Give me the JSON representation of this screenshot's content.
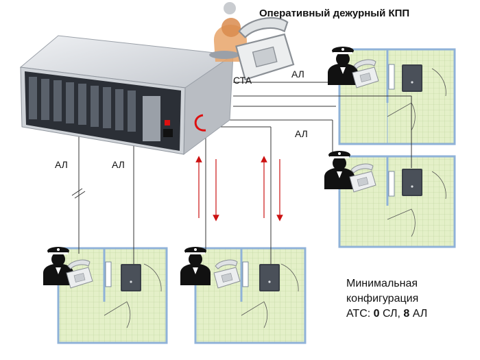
{
  "title": "Оперативный дежурный КПП",
  "labels": {
    "sta": "СТА",
    "al": "АЛ"
  },
  "note": {
    "line1": "Минимальная",
    "line2": "конфигурация",
    "line3_prefix": "АТС: ",
    "trunk_count": "0",
    "trunk_unit": " СЛ, ",
    "ext_count": "8",
    "ext_unit": " АЛ"
  },
  "colors": {
    "plan_fill": "#e4f0c8",
    "plan_grid": "#b8cf96",
    "wall": "#8fb2d8",
    "arrow": "#cc1111",
    "pbx_body": "#d4d7dc",
    "pbx_front": "#2b2f36"
  },
  "icons": [
    "pbx-unit",
    "operator-figure",
    "desk-phone",
    "guard-figure",
    "access-terminal"
  ]
}
